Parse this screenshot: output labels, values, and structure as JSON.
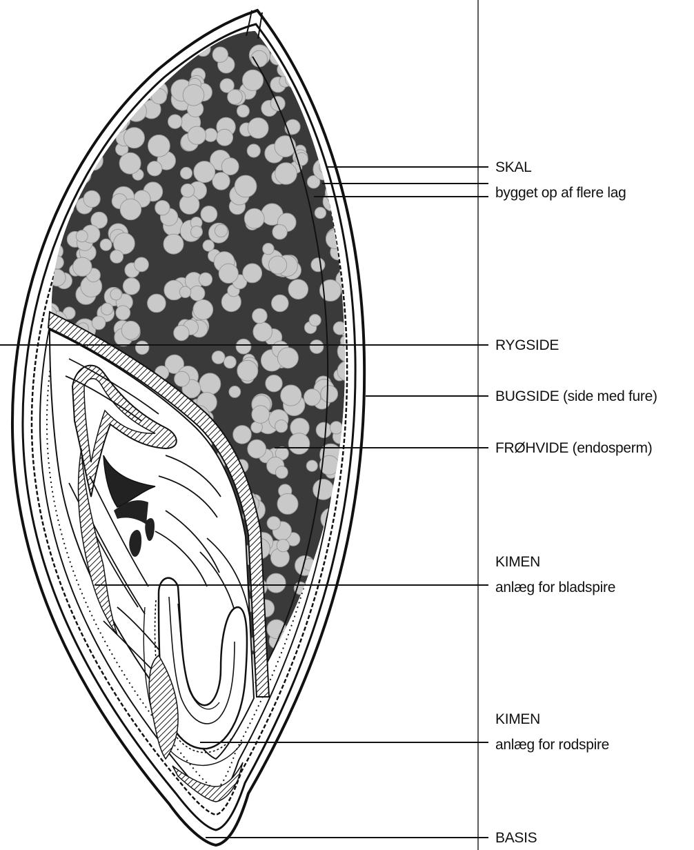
{
  "labels": {
    "shell": {
      "title": "SKAL",
      "subtitle": "bygget op af flere lag"
    },
    "back": {
      "title": "RYGSIDE"
    },
    "belly": {
      "title": "BUGSIDE (side med fure)"
    },
    "endosperm": {
      "title": "FRØHVIDE (endosperm)"
    },
    "germ_leaf": {
      "title": "KIMEN",
      "subtitle": "anlæg for bladspire"
    },
    "germ_root": {
      "title": "KIMEN",
      "subtitle": "anlæg for rodspire"
    },
    "base": {
      "title": "BASIS"
    }
  },
  "colors": {
    "ink": "#111111",
    "background": "#ffffff",
    "endosperm_fill": "#3a3a3a",
    "starch_grain": "#c9c9c9",
    "germ_fill": "#ffffff"
  }
}
